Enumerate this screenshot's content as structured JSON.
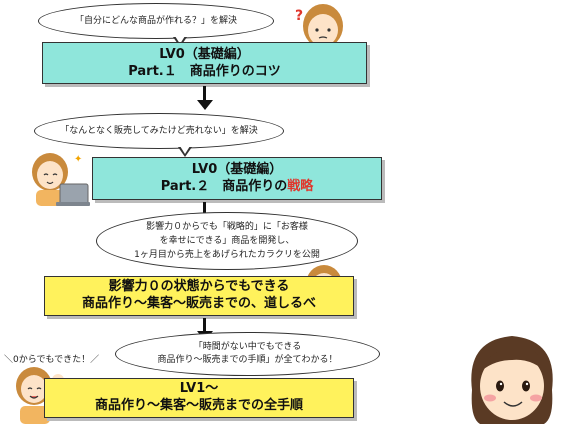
{
  "bubbles": {
    "b1": "「自分にどんな商品が作れる？」を解決",
    "b2": "「なんとなく販売してみたけど売れない」を解決",
    "b3_line1": "影響力０からでも「戦略的」に「お客様",
    "b3_line2": "を幸せにできる」商品を開発し、",
    "b3_line3": "1ヶ月目から売上をあげられたカラクリを公開",
    "b4_line1": "「時間がない中でもできる",
    "b4_line2": "商品作り〜販売までの手順」が全てわかる！"
  },
  "boxes": {
    "box1": {
      "line1": "LV0（基礎編）",
      "line2": "Part.１　商品作りのコツ"
    },
    "box2": {
      "line1": "LV0（基礎編）",
      "line2a": "Part.２　商品作りの",
      "line2b": "戦略"
    },
    "box3": {
      "line1": "影響力０の状態からでもできる",
      "line2": "商品作り〜集客〜販売までの、道しるべ"
    },
    "box4": {
      "line1": "LV1〜",
      "line2": "商品作り〜集客〜販売までの全手順"
    }
  },
  "caption": "＼0からでもできた！／",
  "question_mark": "?",
  "colors": {
    "teal": "#8fe6db",
    "yellow": "#fff25c",
    "accent_red": "#e0362c"
  },
  "icons": [
    "woman-thinking-icon",
    "woman-laptop-icon",
    "woman-smiling-icon",
    "woman-cheering-icon",
    "woman-face-icon"
  ]
}
